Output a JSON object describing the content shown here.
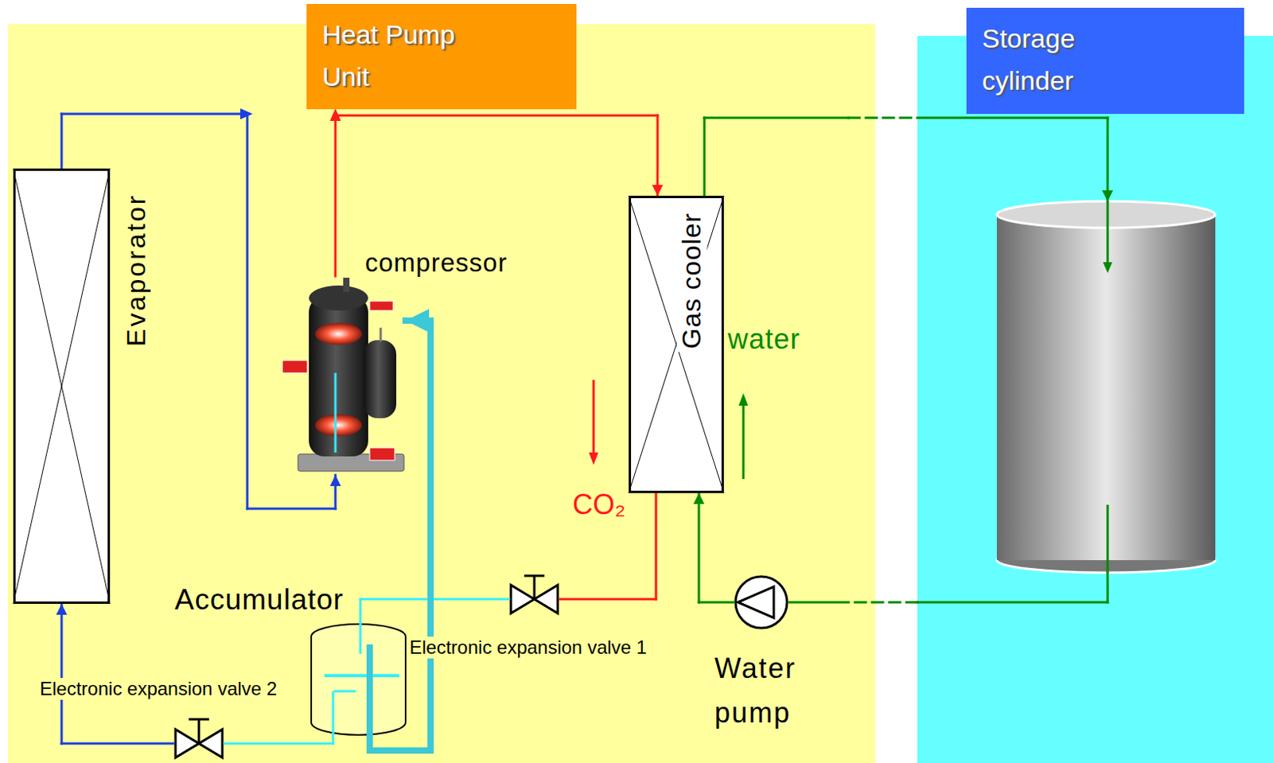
{
  "diagram": {
    "nodes": [
      {
        "text": [
          "Heat Pump Unit"
        ]
      },
      {
        "text": [
          "Storage cylinder"
        ]
      },
      {
        "text": [
          "Evaporator"
        ],
        "in": 0
      },
      {
        "text": [
          "compressor"
        ],
        "in": 0
      },
      {
        "text": [
          "Gas cooler"
        ],
        "in": 0
      },
      {
        "text": [
          "Electronic expansion valve 1"
        ],
        "in": 0
      },
      {
        "text": [
          "Accumulator"
        ],
        "in": 0
      },
      {
        "text": [
          "Electronic expansion valve 2"
        ],
        "in": 0
      },
      {
        "text": [
          "Water pump"
        ],
        "in": 0
      }
    ],
    "edges": [
      {
        "from": 2,
        "to": 3,
        "arrow": "to"
      },
      {
        "from": 3,
        "to": 4,
        "arrow": "to"
      },
      {
        "from": 4,
        "to": 5,
        "arrow": "none"
      },
      {
        "from": 5,
        "to": 6,
        "arrow": "none"
      },
      {
        "from": 6,
        "to": 7,
        "arrow": "none"
      },
      {
        "from": 7,
        "to": 2,
        "arrow": "to"
      },
      {
        "from": 6,
        "to": 3,
        "arrow": "to"
      },
      {
        "from": 8,
        "to": 4,
        "arrow": "to"
      },
      {
        "from": 4,
        "to": 1,
        "arrow": "to"
      },
      {
        "from": 1,
        "to": 8,
        "arrow": "none"
      }
    ],
    "labels": [
      "water",
      "CO₂"
    ]
  }
}
